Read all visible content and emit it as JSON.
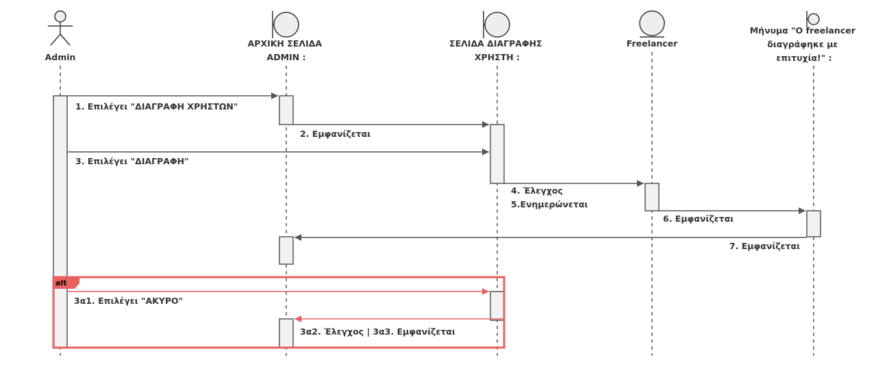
{
  "participants": [
    {
      "id": "admin",
      "type": "actor",
      "label_lines": [
        "Admin"
      ]
    },
    {
      "id": "home",
      "type": "boundary",
      "label_lines": [
        "ΑΡΧΙΚΗ ΣΕΛΙΔΑ",
        "ADMIN :"
      ]
    },
    {
      "id": "delete_page",
      "type": "boundary",
      "label_lines": [
        "ΣΕΛΙΔΑ ΔΙΑΓΡΑΦΗΣ",
        "ΧΡΗΣΤΗ :"
      ]
    },
    {
      "id": "freelancer",
      "type": "entity",
      "label_lines": [
        "Freelancer"
      ]
    },
    {
      "id": "message",
      "type": "boundary",
      "label_lines": [
        "Μήνυμα \"Ο freelancer",
        "διαγράφηκε με",
        "επιτυχία!\" :"
      ]
    }
  ],
  "messages": [
    {
      "id": "m1",
      "label_lines": [
        "1. Επιλέγει \"ΔΙΑΓΡΑΦΗ ΧΡΗΣΤΩΝ\""
      ]
    },
    {
      "id": "m2",
      "label_lines": [
        "2. Εμφανίζεται"
      ]
    },
    {
      "id": "m3",
      "label_lines": [
        "3. Επιλέγει \"ΔΙΑΓΡΑΦΗ\""
      ]
    },
    {
      "id": "m4",
      "label_lines": [
        "4. Έλεγχος",
        "5.Ενημερώνεται"
      ]
    },
    {
      "id": "m6",
      "label_lines": [
        "6. Εμφανίζεται"
      ]
    },
    {
      "id": "m7",
      "label_lines": [
        "7. Εμφανίζεται"
      ]
    },
    {
      "id": "m3a1",
      "label_lines": [
        "3α1. Επιλέγει \"ΑΚΥΡΟ\""
      ]
    },
    {
      "id": "m3a2",
      "label_lines": [
        "3α2. Έλεγχος | 3α3. Εμφανίζεται"
      ]
    }
  ],
  "fragment": {
    "operator": "alt"
  },
  "colors": {
    "line": "#555555",
    "activation_fill": "#f2f2f2",
    "fragment": "#e86060"
  }
}
